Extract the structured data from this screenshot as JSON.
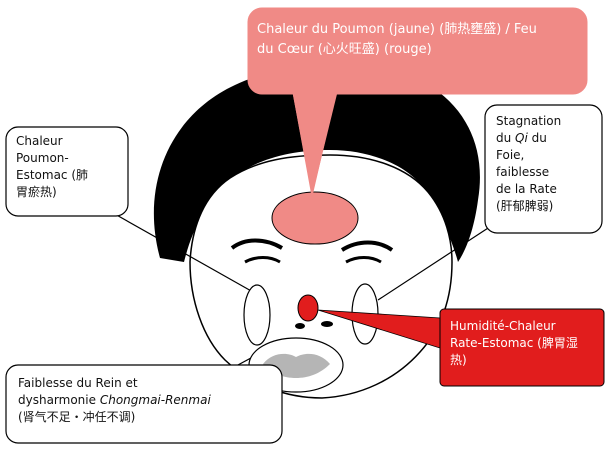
{
  "callouts": {
    "top": {
      "line1": "Chaleur du Poumon (jaune) (肺热壅盛) / Feu",
      "line2": "du Cœur (心火旺盛) (rouge)",
      "fill": "#f08a86"
    },
    "left": {
      "line1": "Chaleur",
      "line2": "Poumon-",
      "line3": "Estomac (肺",
      "line4": "胃瘀热)"
    },
    "right": {
      "line1": "Stagnation",
      "line2_pre": "du ",
      "line2_italic": "Qi",
      "line2_post": " du",
      "line3": "Foie,",
      "line4": "faiblesse",
      "line5": "de la Rate",
      "line6": "(肝郁脾弱)"
    },
    "red": {
      "line1": "Humidité-Chaleur",
      "line2": "Rate-Estomac (脾胃湿",
      "line3": "热)",
      "fill": "#e11d1d"
    },
    "bottom": {
      "line1": "Faiblesse du Rein et",
      "line2_pre": "dysharmonie ",
      "line2_italic": "Chongmai-Renmai",
      "line3": "(肾气不足・冲任不调)"
    }
  },
  "colors": {
    "hair": "#000000",
    "forehead_zone": "#f08a86",
    "nose_zone": "#e11d1d",
    "lips": "#b5b5b5"
  }
}
